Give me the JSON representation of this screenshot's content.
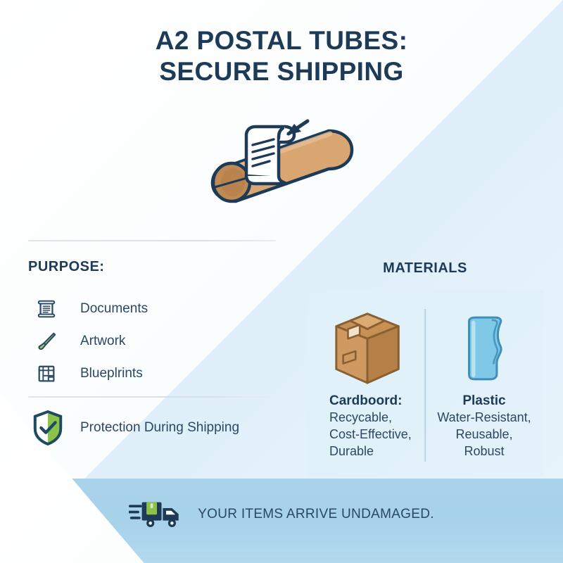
{
  "title": {
    "line1": "A2 POSTAL TUBES:",
    "line2": "SECURE SHIPPING"
  },
  "hero": {
    "icon": "postal-tube-with-document-icon",
    "arrow": "insert-arrow-icon"
  },
  "purpose": {
    "heading": "PURPOSE:",
    "items": [
      {
        "icon": "scroll-document-icon",
        "label": "Documents"
      },
      {
        "icon": "paintbrush-artwork-icon",
        "label": "Artwork"
      },
      {
        "icon": "blueprint-floorplan-icon",
        "label": "Blueplrints"
      }
    ],
    "protection": {
      "icon": "shield-check-icon",
      "label": "Protection During Shipping"
    }
  },
  "materials": {
    "heading": "MATERIALS",
    "columns": [
      {
        "icon": "cardboard-box-icon",
        "name": "Cardboord:",
        "properties": "Recycable,\nCost-Effective,\nDurable"
      },
      {
        "icon": "plastic-tube-icon",
        "name": "Plastic",
        "properties": "Water-Resistant,\nReusable,\nRobust"
      }
    ]
  },
  "footer": {
    "icon": "delivery-truck-icon",
    "message": "YOUR ITEMS ARRIVE UNDAMAGED."
  },
  "colors": {
    "navy": "#1d3a57",
    "body_text": "#2b4763",
    "green": "#8bc34a",
    "cardboard": "#d4a06a",
    "plastic_blue": "#7fc8e8",
    "card_bg": "#e1f0f9",
    "footer_band": "#a6d2ea"
  }
}
